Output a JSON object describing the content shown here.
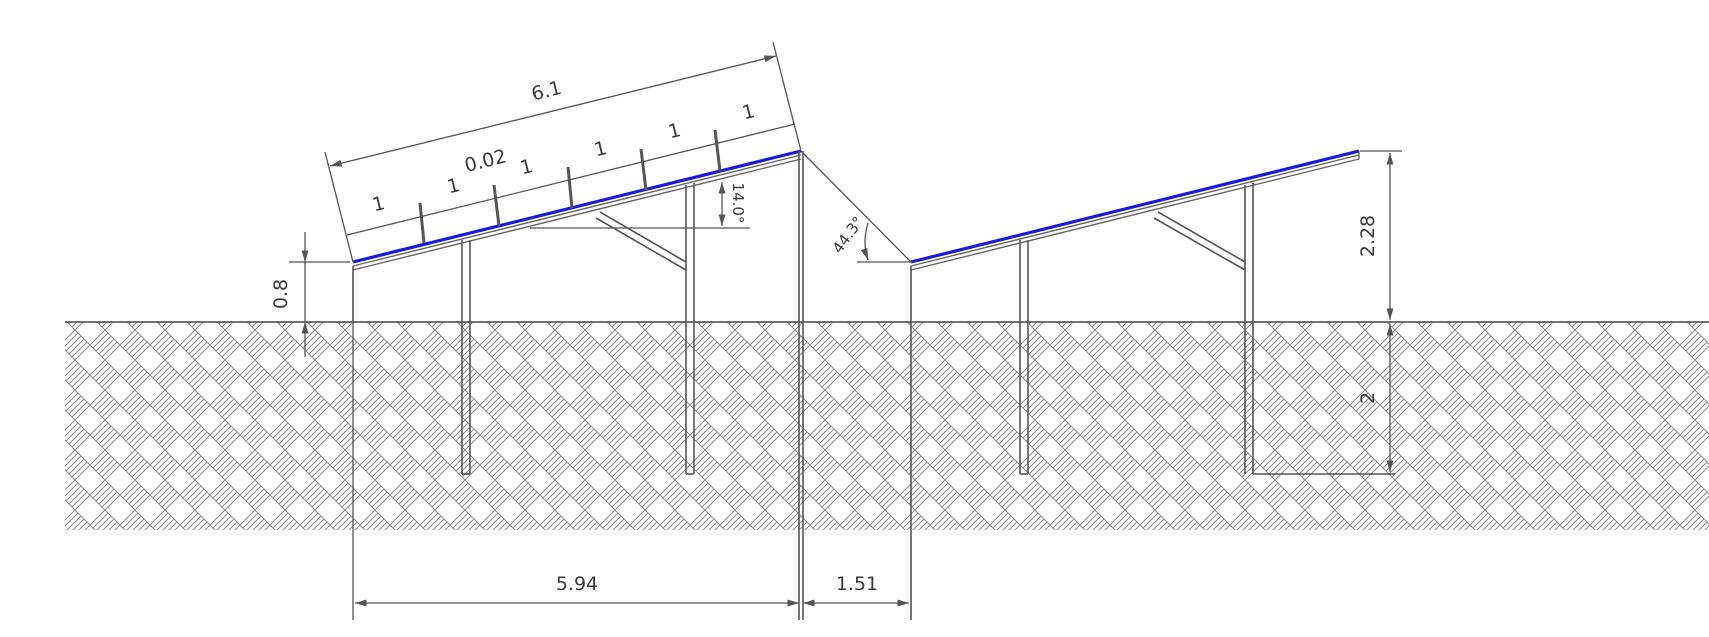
{
  "colors": {
    "panel": "#1a1adc",
    "lines": "#555555",
    "hatch": "#8a8a8a",
    "background": "#ffffff"
  },
  "dimensions": {
    "panel_length": "6.1",
    "module_segments": [
      "1",
      "1",
      "1",
      "1",
      "1",
      "1"
    ],
    "module_gap": "0.02",
    "tilt_angle": "14.0°",
    "row_shading_angle": "44.3°",
    "front_clearance": "0.8",
    "top_height": "2.28",
    "embed_depth": "2",
    "row_projection": "5.94",
    "row_gap": "1.51"
  }
}
